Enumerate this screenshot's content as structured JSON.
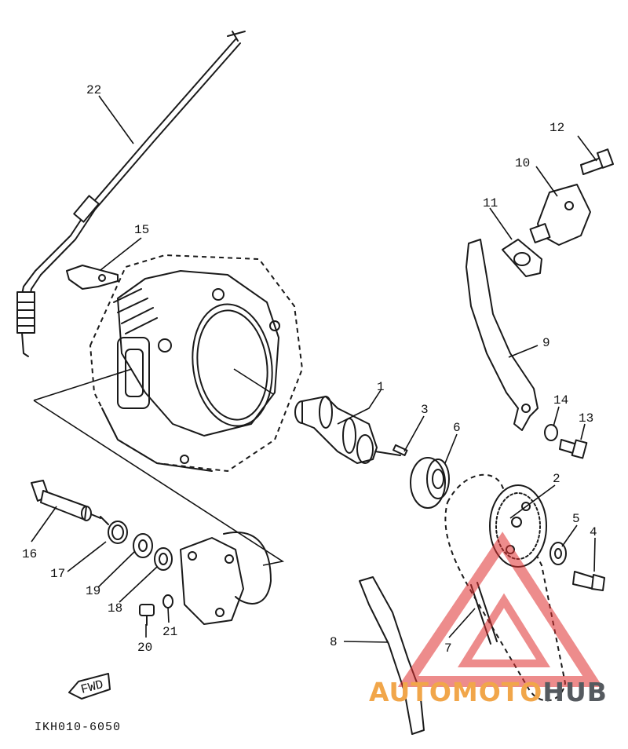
{
  "callouts": [
    {
      "id": "1",
      "text": "1"
    },
    {
      "id": "2",
      "text": "2"
    },
    {
      "id": "3",
      "text": "3"
    },
    {
      "id": "4",
      "text": "4"
    },
    {
      "id": "5",
      "text": "5"
    },
    {
      "id": "6",
      "text": "6"
    },
    {
      "id": "7",
      "text": "7"
    },
    {
      "id": "8",
      "text": "8"
    },
    {
      "id": "9",
      "text": "9"
    },
    {
      "id": "10",
      "text": "10"
    },
    {
      "id": "11",
      "text": "11"
    },
    {
      "id": "12",
      "text": "12"
    },
    {
      "id": "13",
      "text": "13"
    },
    {
      "id": "14",
      "text": "14"
    },
    {
      "id": "15",
      "text": "15"
    },
    {
      "id": "16",
      "text": "16"
    },
    {
      "id": "17",
      "text": "17"
    },
    {
      "id": "18",
      "text": "18"
    },
    {
      "id": "19",
      "text": "19"
    },
    {
      "id": "20",
      "text": "20"
    },
    {
      "id": "21",
      "text": "21"
    },
    {
      "id": "22",
      "text": "22"
    }
  ],
  "fwd_label": "FWD",
  "diagram_code": "IKH010-6050",
  "watermark": {
    "part1": "AUTOMOTO",
    "part2": "HUB",
    "accent_color": "#f1a64a",
    "dark_color": "#555a5f",
    "logo_color": "#e03030"
  }
}
